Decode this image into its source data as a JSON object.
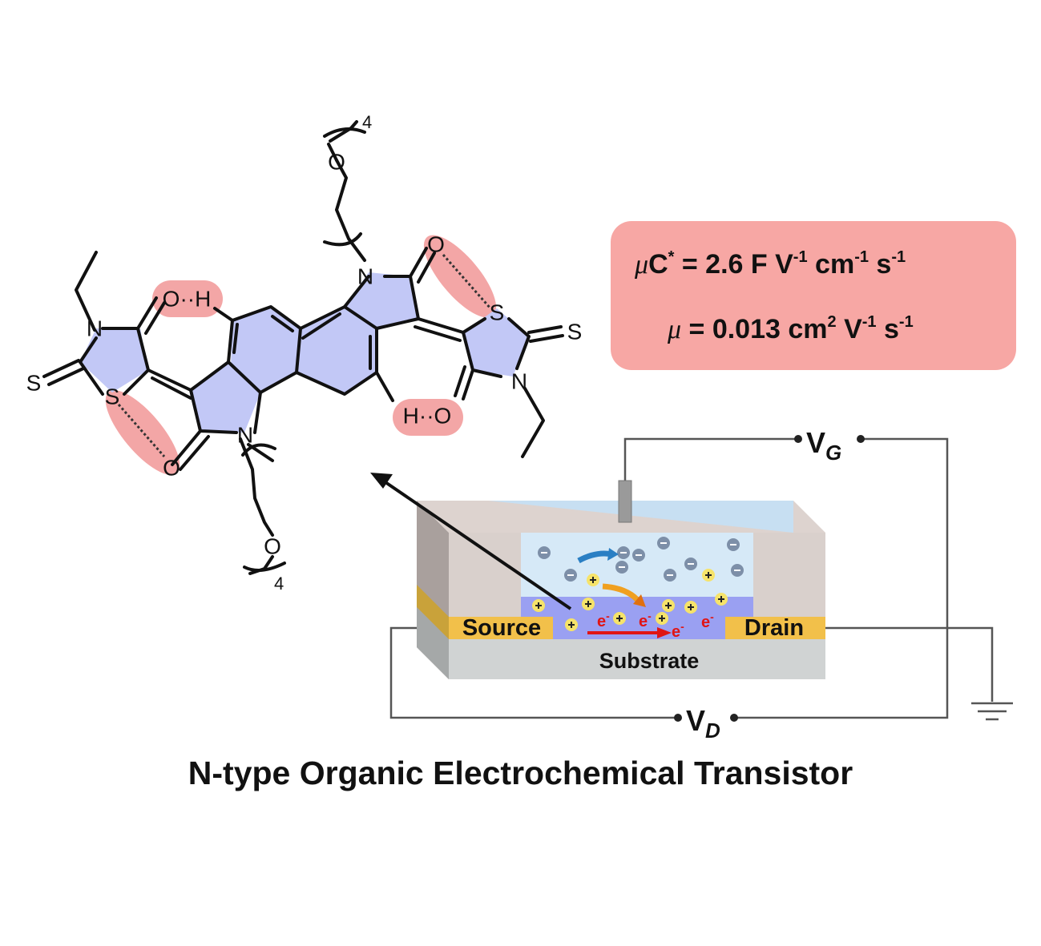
{
  "metrics": {
    "line1": {
      "symbol": "μ",
      "base": "C",
      "sup": "*",
      "value": " = 2.6 F V",
      "e1": "-1",
      "u2": " cm",
      "e2": "-1",
      "u3": " s",
      "e3": "-1"
    },
    "line2": {
      "symbol": "μ",
      "value": " = 0.013 cm",
      "e0": "2",
      "u1": " V",
      "e1": "-1",
      "u2": " s",
      "e2": "-1"
    }
  },
  "device": {
    "source": "Source",
    "drain": "Drain",
    "substrate": "Substrate",
    "vg": {
      "main": "V",
      "sub": "G"
    },
    "vd": {
      "main": "V",
      "sub": "D"
    },
    "electron": "e",
    "electron_sup": "-"
  },
  "molecule": {
    "atoms": {
      "n": "N",
      "o": "O",
      "s": "S",
      "h": "H",
      "oh": "O··H",
      "ho": "H··O"
    },
    "repeat": "4"
  },
  "title": "N-type Organic Electrochemical Transistor",
  "colors": {
    "ring_fill": "#c2c8f6",
    "highlight": "#f3a6a6",
    "metrics_box": "#f7a7a4",
    "electrode": "#f2c04a",
    "channel": "#9aa0f2",
    "electrolyte": "#d6e9f7",
    "substrate": "#d0d3d3",
    "wall": "#d9d0cc",
    "arrow_red": "#e01515"
  }
}
